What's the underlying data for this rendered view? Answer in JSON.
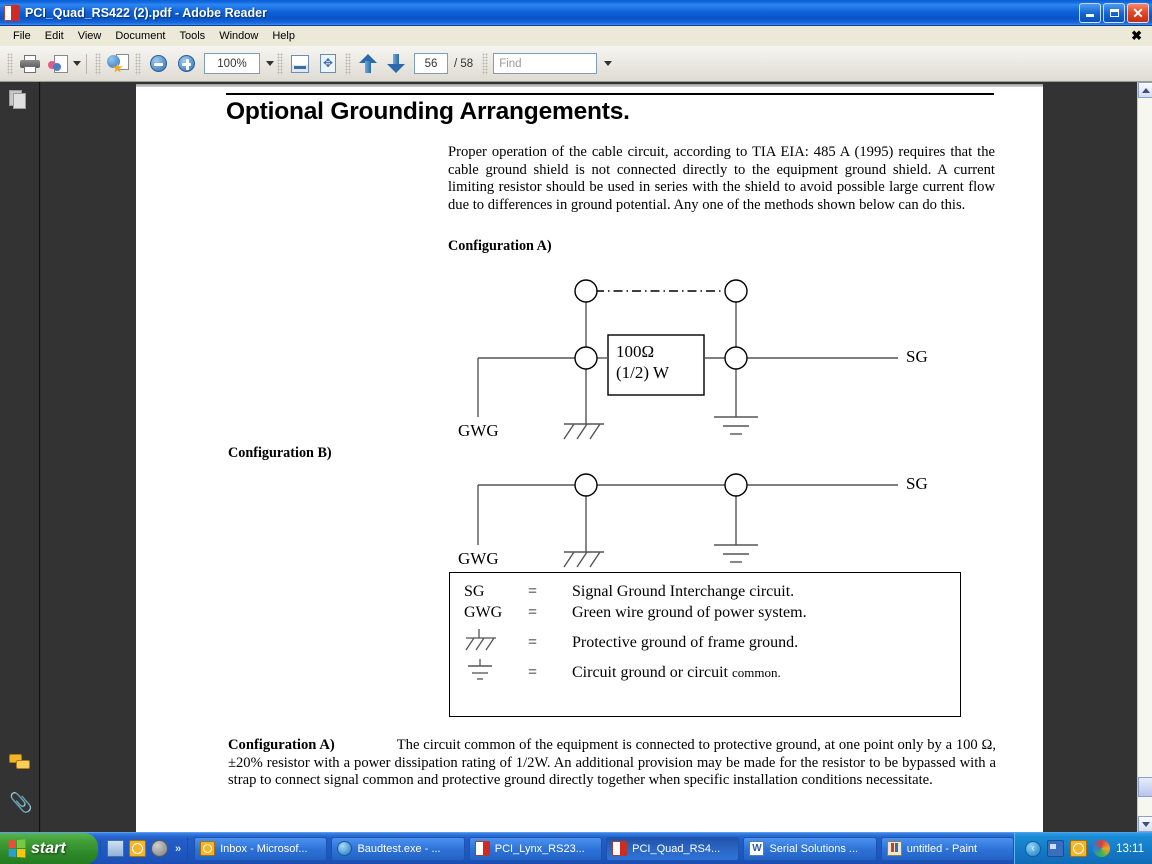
{
  "window": {
    "title": "PCI_Quad_RS422 (2).pdf - Adobe Reader",
    "app_icon": "pdf-document-icon",
    "minimize_label": "",
    "maximize_label": "",
    "close_label": "✕"
  },
  "menubar": {
    "items": [
      "File",
      "Edit",
      "View",
      "Document",
      "Tools",
      "Window",
      "Help"
    ],
    "close_document_label": "✖"
  },
  "toolbar": {
    "print_label": "print-icon",
    "email_label": "email-icon",
    "attach_web_label": "attach-web-icon",
    "zoom_out_label": "zoom-out-icon",
    "zoom_in_label": "zoom-in-icon",
    "zoom_value": "100%",
    "fit_width_label": "fit-width-icon",
    "fit_page_label": "fit-page-icon",
    "previous_page_label": "previous-page-icon",
    "next_page_label": "next-page-icon",
    "page_number": "56",
    "page_total": "/ 58",
    "find_placeholder": "Find"
  },
  "navpane": {
    "pages_icon": "pages-icon",
    "comments_icon": "comments-icon",
    "attachments_icon": "attachment-clip-icon"
  },
  "document": {
    "heading": "Optional Grounding Arrangements.",
    "intro_paragraph": "Proper operation of the cable circuit, according to TIA EIA:    485 A (1995) requires that the cable ground shield is not connected directly to the equipment ground shield. A current limiting resistor should be used in series with the shield to avoid possible large current flow due to differences in ground potential. Any one of the methods shown below can do this.",
    "config_a_label": "Configuration A)",
    "config_b_label": "Configuration B)",
    "diagram_a": {
      "resistor_line1": "100Ω",
      "resistor_line2": "(1/2) W",
      "left_label": "GWG",
      "right_label": "SG"
    },
    "diagram_b": {
      "left_label": "GWG",
      "right_label": "SG"
    },
    "legend": {
      "rows": [
        {
          "key": "SG",
          "eq": "=",
          "value": "Signal Ground Interchange circuit."
        },
        {
          "key": "GWG",
          "eq": "=",
          "value": "Green wire ground of power system."
        },
        {
          "key": "frame-ground-symbol",
          "eq": "=",
          "value": "Protective ground of frame ground."
        },
        {
          "key": "circuit-ground-symbol",
          "eq": "=",
          "value": "Circuit ground or circuit ",
          "value_small": "common."
        }
      ]
    },
    "bottom_paragraph_label": "Configuration A)",
    "bottom_paragraph": "The circuit common of the equipment is connected to protective ground, at one point only by a 100 Ω, ±20% resistor with a power dissipation rating of 1/2W. An additional provision may be made for the resistor to be bypassed with a strap to connect signal common and protective ground directly together when specific installation conditions necessitate."
  },
  "scrollbar": {
    "up_arrow": "scroll-up-icon",
    "down_arrow": "scroll-down-icon"
  },
  "taskbar": {
    "start_label": "start",
    "quicklaunch_overflow": "»",
    "tasks": [
      {
        "label": "Inbox - Microsof...",
        "icon": "outlook-icon",
        "active": false
      },
      {
        "label": "Baudtest.exe - ...",
        "icon": "internet-explorer-icon",
        "active": false
      },
      {
        "label": "PCI_Lynx_RS23...",
        "icon": "pdf-icon",
        "active": false
      },
      {
        "label": "PCI_Quad_RS4...",
        "icon": "pdf-icon",
        "active": true
      },
      {
        "label": "Serial Solutions ...",
        "icon": "word-icon",
        "active": false
      },
      {
        "label": "untitled - Paint",
        "icon": "paint-icon",
        "active": false
      }
    ],
    "tray_chevron": "‹",
    "clock": "13:11"
  },
  "colors": {
    "titlebar_blue": "#0a5fd4",
    "taskbar_blue": "#245fc8",
    "start_green": "#2f8b2a",
    "navpane_dark": "#333333",
    "page_white": "#ffffff",
    "toolbar_grey": "#ece9d8"
  }
}
